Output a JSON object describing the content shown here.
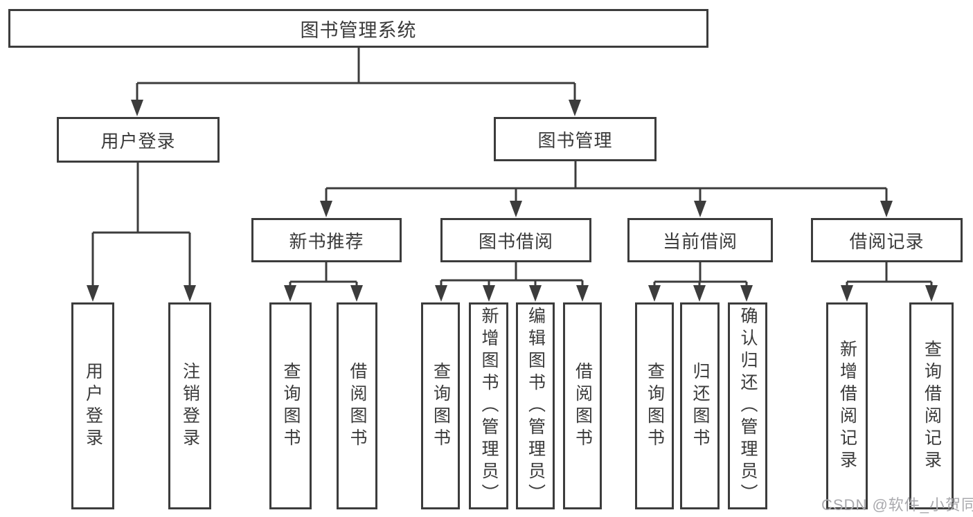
{
  "diagram_type": "hierarchy-tree",
  "colors": {
    "line": "#3c3c3c",
    "box_border": "#3c3c3c",
    "box_background": "#ffffff",
    "text": "#3a3a3a",
    "watermark": "#a9a9ad"
  },
  "tree": {
    "label": "图书管理系统",
    "children": [
      {
        "label": "用户登录",
        "children": [
          {
            "label": "用户登录"
          },
          {
            "label": "注销登录"
          }
        ]
      },
      {
        "label": "图书管理",
        "children": [
          {
            "label": "新书推荐",
            "children": [
              {
                "label": "查询图书"
              },
              {
                "label": "借阅图书"
              }
            ]
          },
          {
            "label": "图书借阅",
            "children": [
              {
                "label": "查询图书"
              },
              {
                "label": "新增图书（管理员）"
              },
              {
                "label": "编辑图书（管理员）"
              },
              {
                "label": "借阅图书"
              }
            ]
          },
          {
            "label": "当前借阅",
            "children": [
              {
                "label": "查询图书"
              },
              {
                "label": "归还图书"
              },
              {
                "label": "确认归还（管理员）"
              }
            ]
          },
          {
            "label": "借阅记录",
            "children": [
              {
                "label": "新增借阅记录"
              },
              {
                "label": "查询借阅记录"
              }
            ]
          }
        ]
      }
    ]
  },
  "watermark": {
    "text": "CSDN @软件_小贺同学"
  }
}
